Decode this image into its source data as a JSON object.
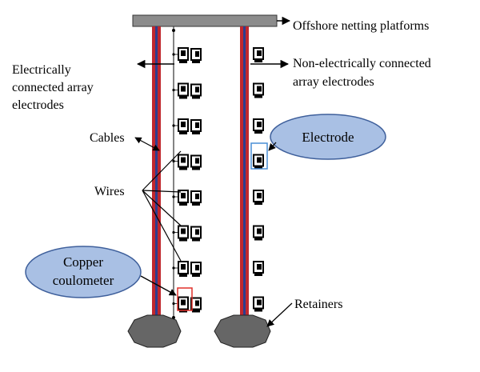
{
  "labels": {
    "platform": "Offshore netting platforms",
    "connected_line1": "Electrically",
    "connected_line2": "connected array",
    "connected_line3": "electrodes",
    "nonconnected_line1": "Non-electrically connected",
    "nonconnected_line2": "array electrodes",
    "cables": "Cables",
    "wires": "Wires",
    "electrode": "Electrode",
    "copper_line1": "Copper",
    "copper_line2": "coulometer",
    "retainers": "Retainers"
  },
  "left_column": {
    "electrode_count": 8
  },
  "right_column": {
    "electrode_count": 8
  },
  "colors": {
    "cable_red": "#c0282e",
    "cable_blue": "#2e3d8f",
    "platform": "#8c8c8c",
    "retainer": "#666666",
    "ellipse_fill": "#a9c0e4",
    "ellipse_stroke": "#3e5f9b",
    "highlight_blue": "#4a8fd6",
    "highlight_red": "#e0302a"
  }
}
